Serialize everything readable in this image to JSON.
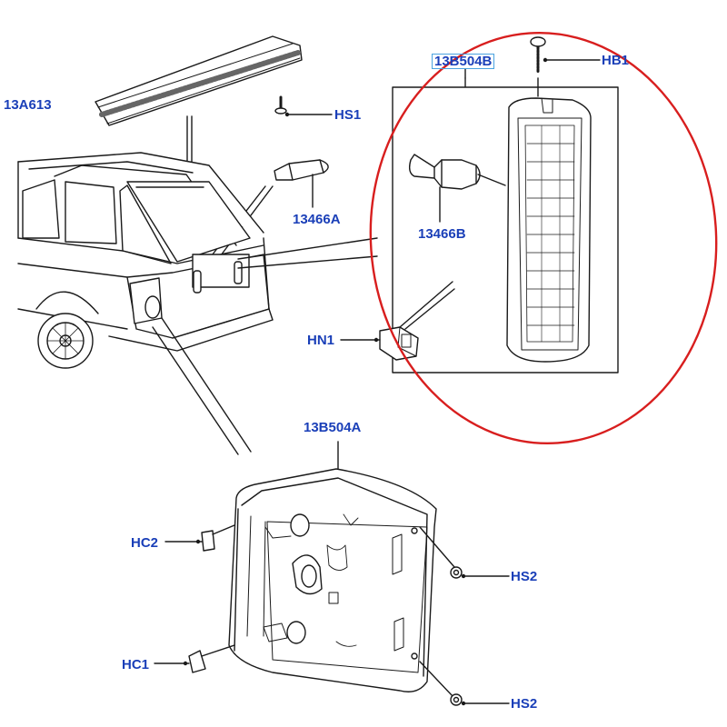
{
  "labels": {
    "strip": "13A613",
    "hs1": "HS1",
    "bulb_small": "13466A",
    "inner_lamp": "13B504B",
    "hb1": "HB1",
    "bulb_large": "13466B",
    "hn1": "HN1",
    "main_lamp": "13B504A",
    "hc2": "HC2",
    "hc1": "HC1",
    "hs2_upper": "HS2",
    "hs2_lower": "HS2"
  },
  "colors": {
    "label": "#1a3fb8",
    "highlight_ring": "#d81e1e",
    "linework": "#1a1a1a",
    "box_outline": "#4aa3e0"
  }
}
